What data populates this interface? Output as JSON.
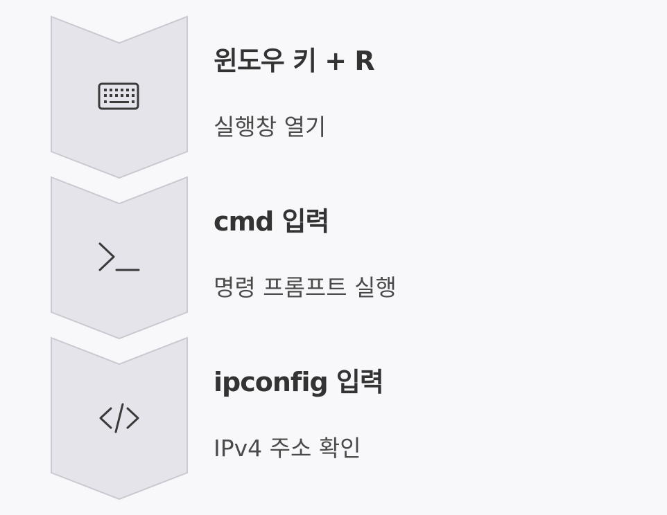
{
  "steps": [
    {
      "title": "윈도우 키 + R",
      "description": "실행창 열기",
      "icon": "keyboard-icon"
    },
    {
      "title": "cmd 입력",
      "description": "명령 프롬프트 실행",
      "icon": "terminal-icon"
    },
    {
      "title": "ipconfig 입력",
      "description": "IPv4 주소 확인",
      "icon": "code-icon"
    }
  ],
  "colors": {
    "background": "#f8f8fa",
    "chevron_fill": "#e4e4ea",
    "chevron_stroke": "#c9c9d1",
    "title": "#333333",
    "description": "#4a4a4a",
    "icon": "#3a3a3a"
  }
}
